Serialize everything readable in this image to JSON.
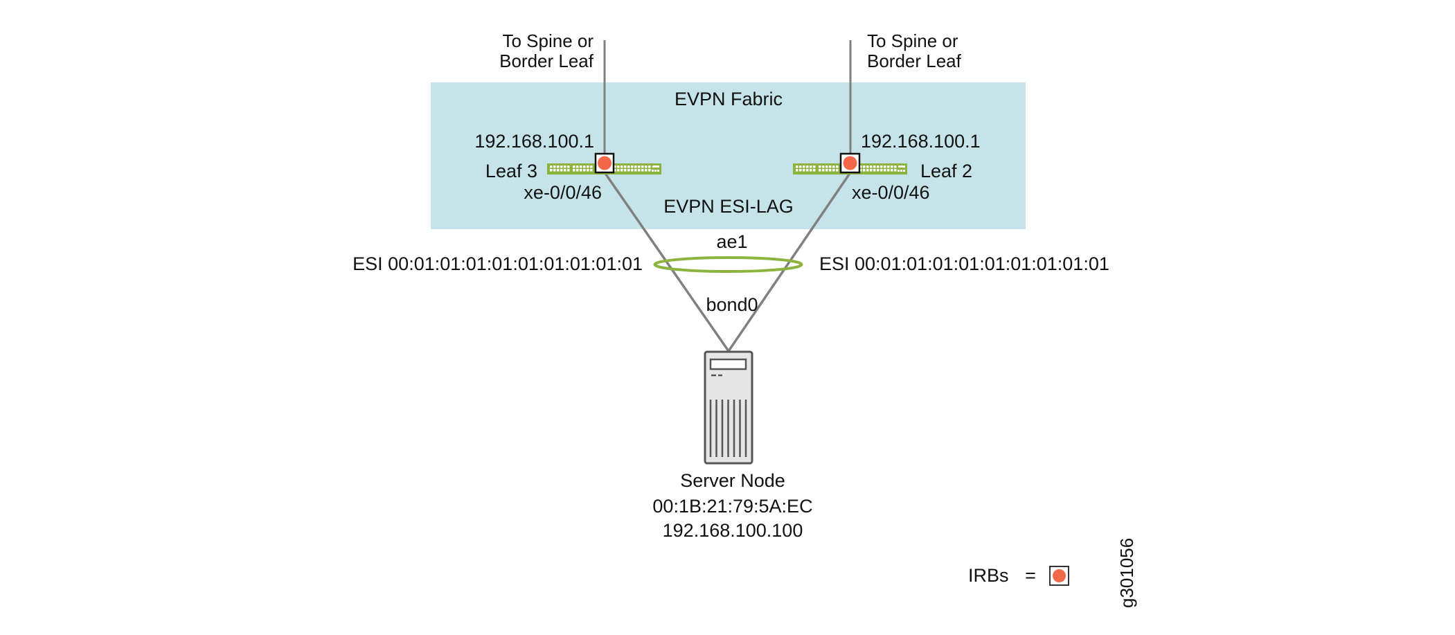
{
  "diagram": {
    "fabric_label": "EVPN Fabric",
    "esi_lag_label": "EVPN ESI-LAG",
    "colors": {
      "fabric_bg": "#c5e3e8",
      "switch_green": "#8cb43c",
      "irb_red": "#f26849",
      "link_gray": "#808080",
      "server_fill": "#e6e6e6",
      "server_stroke": "#555555"
    },
    "uplinks": {
      "left": [
        "To Spine or",
        "Border Leaf"
      ],
      "right": [
        "To Spine or",
        "Border Leaf"
      ]
    },
    "leaves": [
      {
        "name": "Leaf 3",
        "ip": "192.168.100.1",
        "interface": "xe-0/0/46",
        "esi": "ESI 00:01:01:01:01:01:01:01:01:01"
      },
      {
        "name": "Leaf 2",
        "ip": "192.168.100.1",
        "interface": "xe-0/0/46",
        "esi": "ESI 00:01:01:01:01:01:01:01:01:01"
      }
    ],
    "lag": {
      "ae_label": "ae1",
      "bond_label": "bond0"
    },
    "server": {
      "name": "Server Node",
      "mac": "00:1B:21:79:5A:EC",
      "ip": "192.168.100.100"
    },
    "legend": {
      "label": "IRBs",
      "equals": "="
    },
    "figure_id": "g301056"
  }
}
